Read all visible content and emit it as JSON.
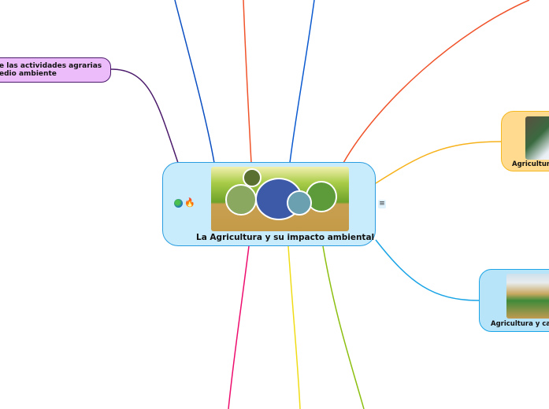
{
  "central": {
    "title": "La Agricultura y su impacto ambiental",
    "icons": [
      "globe-icon",
      "fire-icon"
    ],
    "menu_icon": "≡",
    "fill": "#c9ecfc",
    "border": "#2a9de0"
  },
  "left_node": {
    "text_line1": "e las actividades agrarias",
    "text_line2": "edio ambiente",
    "fill": "#ebbcf9",
    "border": "#4b1a6b"
  },
  "right_nodes": [
    {
      "label": "Agricultura",
      "fill": "#ffda8f",
      "border": "#f5b820"
    },
    {
      "label": "Agricultura y cal",
      "fill": "#b8e4fa",
      "border": "#1ba4e6"
    }
  ],
  "branch_colors": [
    "#0b4fc2",
    "#f0532a",
    "#0b5ad0",
    "#f0532a",
    "#4b1a6b",
    "#f7b21b",
    "#1ba4e6",
    "#ee0d6e",
    "#f0dc16",
    "#8cbf10"
  ]
}
